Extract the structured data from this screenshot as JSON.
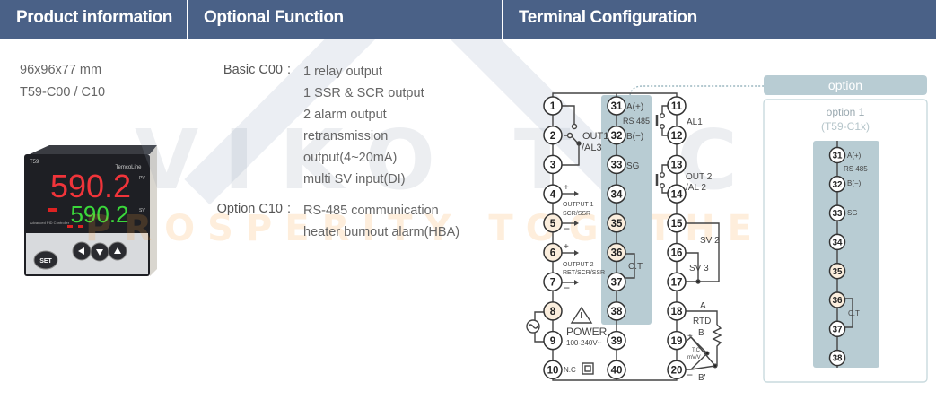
{
  "headers": {
    "product": "Product information",
    "optional": "Optional Function",
    "terminal": "Terminal Configuration"
  },
  "watermark": {
    "brand": "VIKO TECH",
    "tagline": "PROSPERITY TOGETHER"
  },
  "product": {
    "size": "96x96x77 mm",
    "model": "T59-C00 / C10",
    "device": {
      "model_label": "T59",
      "brand_label": "TemcoLine",
      "pv_value": "590.2",
      "sv_value": "590.2",
      "pv_tag": "PV",
      "sv_tag": "SV",
      "desc": "Advanced PID Controller",
      "set_button": "SET",
      "buttons": [
        "left",
        "down",
        "up"
      ]
    }
  },
  "optional": {
    "basic": {
      "label": "Basic C00",
      "colon": ":",
      "items": [
        "1 relay output",
        "1 SSR & SCR output",
        "2 alarm output",
        "retransmission",
        "output(4~20mA)",
        "multi SV input(DI)"
      ]
    },
    "option": {
      "label": "Option C10",
      "colon": ":",
      "items": [
        "RS-485 communication",
        "heater burnout alarm(HBA)"
      ]
    }
  },
  "terminal": {
    "left_terminals": [
      "1",
      "2",
      "3",
      "4",
      "5",
      "6",
      "7",
      "8",
      "9",
      "10"
    ],
    "middle_terminals": [
      "31",
      "32",
      "33",
      "34",
      "35",
      "36",
      "37",
      "38",
      "39",
      "40"
    ],
    "right_terminals": [
      "11",
      "12",
      "13",
      "14",
      "15",
      "16",
      "17",
      "18",
      "19",
      "20"
    ],
    "labels": {
      "out1": "OUT1",
      "al3": "/AL3",
      "output1": "OUTPUT 1",
      "scr_ssr": "SCR/SSR",
      "output2": "OUTPUT 2",
      "ret_scr_ssr": "RET/SCR/SSR",
      "plus": "+",
      "minus": "−",
      "power": "POWER",
      "voltage": "100-240V~",
      "nc": "N.C",
      "a_plus": "A(+)",
      "rs485": "RS 485",
      "b_minus": "B(−)",
      "sg": "SG",
      "ct": "C.T",
      "al1": "AL1",
      "out2": "OUT 2",
      "al2": "/AL 2",
      "sv2": "SV 2",
      "sv3": "SV 3",
      "a": "A",
      "rtd": "RTD",
      "b": "B",
      "b_prime": "B'",
      "tc": "T.C",
      "mvv": "mV/V"
    },
    "option_panel": {
      "tab": "option",
      "title": "option 1",
      "subtitle": "(T59-C1x)",
      "terminals": [
        "31",
        "32",
        "33",
        "34",
        "35",
        "36",
        "37",
        "38"
      ]
    }
  },
  "colors": {
    "header_bg": "#4a6187",
    "panel_bg": "#b8ccd3",
    "text": "#555555"
  }
}
